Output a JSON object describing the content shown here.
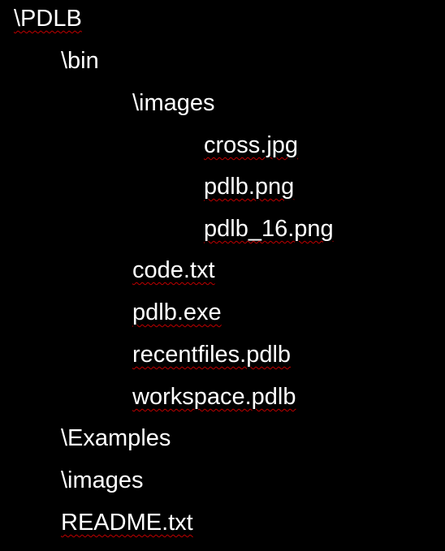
{
  "background_color": "#000000",
  "text_color": "#ffffff",
  "spellcheck_underline_color": "#c00000",
  "tree": {
    "root": "\\PDLB",
    "bin": "\\bin",
    "bin_images": "\\images",
    "cross_jpg": "cross.jpg",
    "pdlb_png": "pdlb.png",
    "pdlb_16_png": "pdlb_16.png",
    "code_txt": "code.txt",
    "pdlb_exe": "pdlb.exe",
    "recentfiles_pdlb": "recentfiles.pdlb",
    "workspace_pdlb": "workspace.pdlb",
    "examples": "\\Examples",
    "images": "\\images",
    "readme_txt": "README.txt"
  }
}
